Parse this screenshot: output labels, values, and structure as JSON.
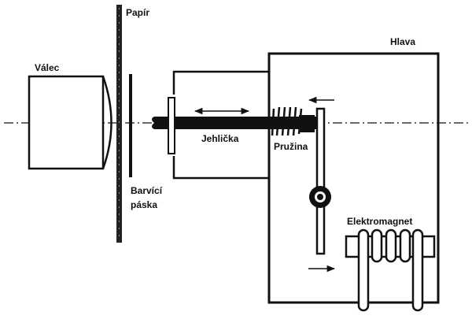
{
  "diagram": {
    "type": "mechanism-schematic",
    "subject": "needle printer head",
    "colors": {
      "ink": "#111111",
      "background": "#ffffff",
      "paper_texture": "#555555"
    },
    "labels": {
      "paper": "Papír",
      "cylinder": "Válec",
      "head": "Hlava",
      "needle": "Jehlička",
      "spring": "Pružina",
      "ribbon_line1": "Barvící",
      "ribbon_line2": "páska",
      "electromagnet": "Elektromagnet"
    },
    "components": [
      {
        "id": "cylinder",
        "label_key": "cylinder"
      },
      {
        "id": "paper",
        "label_key": "paper"
      },
      {
        "id": "ink-ribbon",
        "label_key": "ribbon_line1"
      },
      {
        "id": "needle",
        "label_key": "needle"
      },
      {
        "id": "spring",
        "label_key": "spring"
      },
      {
        "id": "head",
        "label_key": "head"
      },
      {
        "id": "lever",
        "label_key": null
      },
      {
        "id": "pivot",
        "label_key": null
      },
      {
        "id": "electromagnet",
        "label_key": "electromagnet"
      }
    ],
    "arrows": [
      {
        "id": "needle-motion",
        "direction": "both",
        "meaning": "needle moves back and forth"
      },
      {
        "id": "lever-top-motion",
        "direction": "left"
      },
      {
        "id": "lever-bottom-motion",
        "direction": "right"
      }
    ],
    "coil_turns": {
      "spring": 6,
      "electromagnet": 5
    }
  }
}
